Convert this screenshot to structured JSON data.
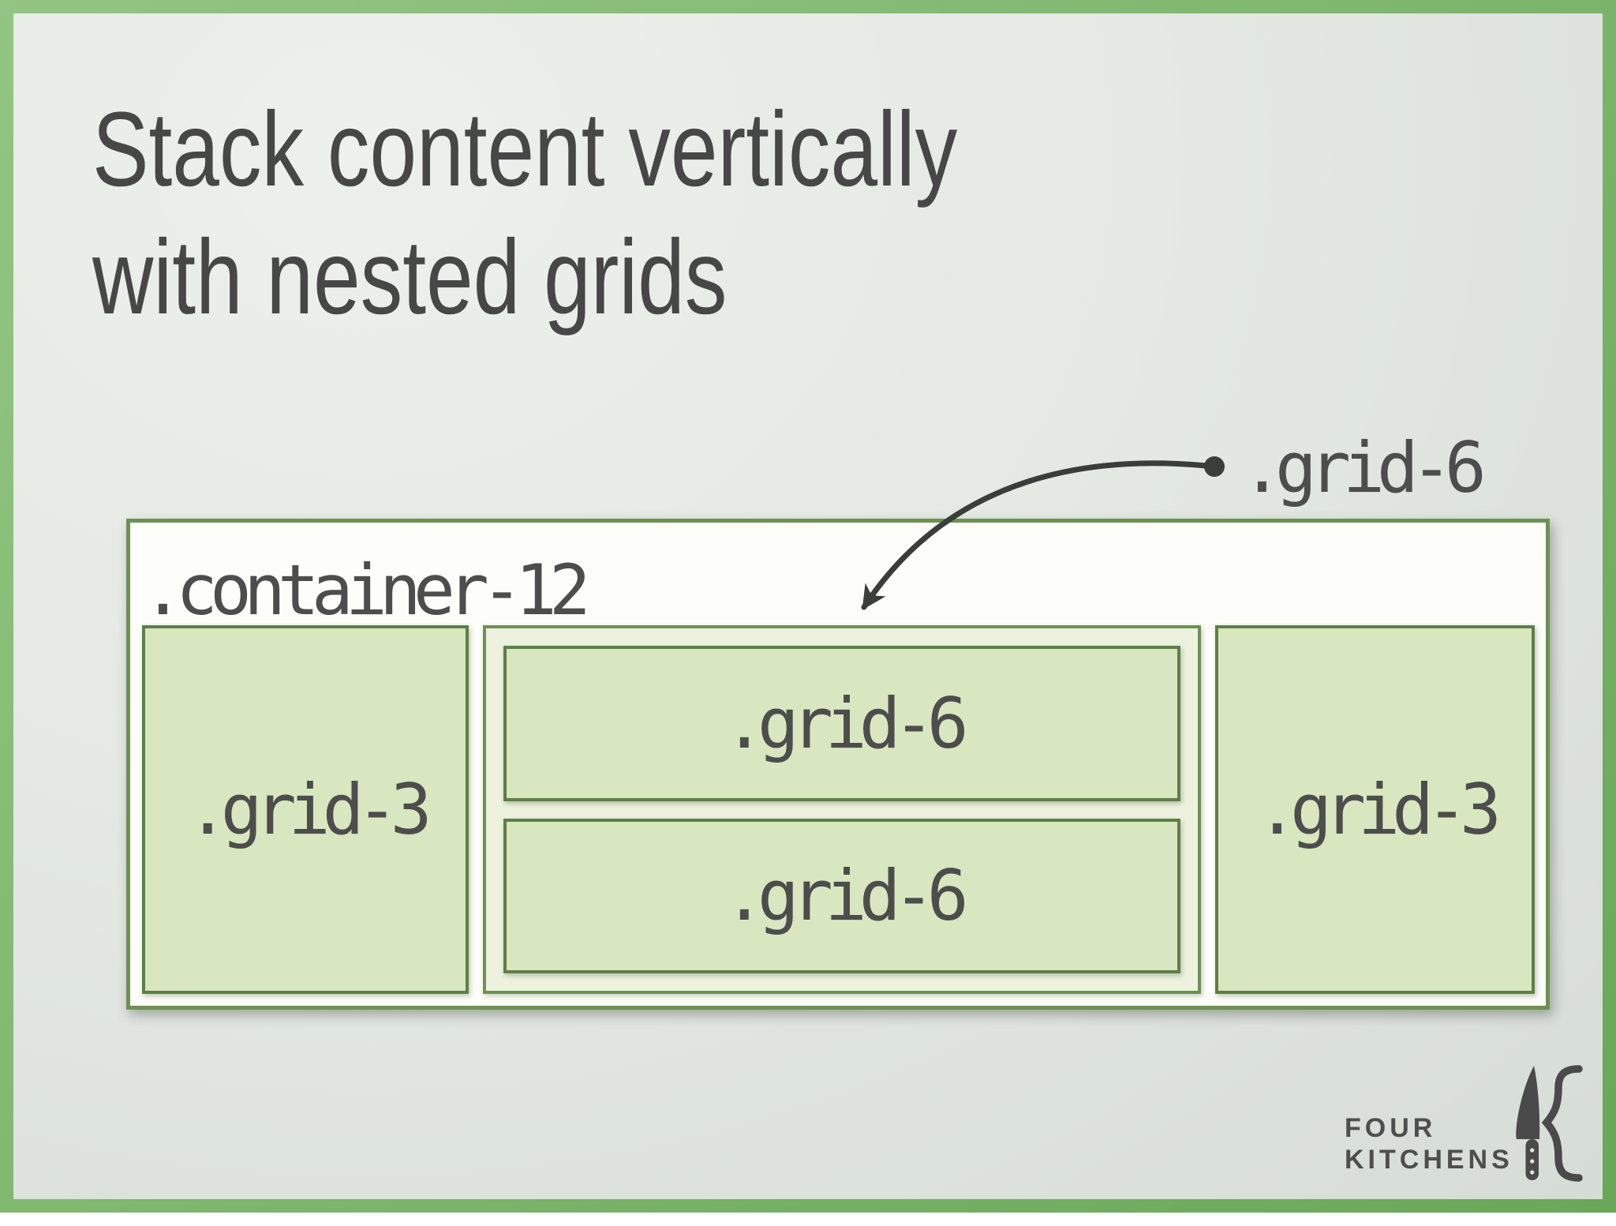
{
  "slide": {
    "title": {
      "line1": "Stack content vertically",
      "line2": "with nested grids"
    },
    "annotation": {
      "label": ".grid-6"
    },
    "diagram": {
      "container_label": ".container-12",
      "left_column_label": ".grid-3",
      "nested_top_label": ".grid-6",
      "nested_bottom_label": ".grid-6",
      "right_column_label": ".grid-3"
    },
    "logo": {
      "line1": "FOUR",
      "line2": "KITCHENS"
    },
    "colors": {
      "frame_green_light": "#93c583",
      "frame_green_dark": "#68a858",
      "container_border": "#6d9151",
      "box_border": "#5d8044",
      "box_fill": "#d8e7bf",
      "nested_fill": "#edf2df",
      "container_fill": "#fdfdfa",
      "title_text": "#474747",
      "mono_text": "#4d4d4d",
      "arrow": "#3a3d3a",
      "logo_text": "#4e4e4e"
    }
  }
}
